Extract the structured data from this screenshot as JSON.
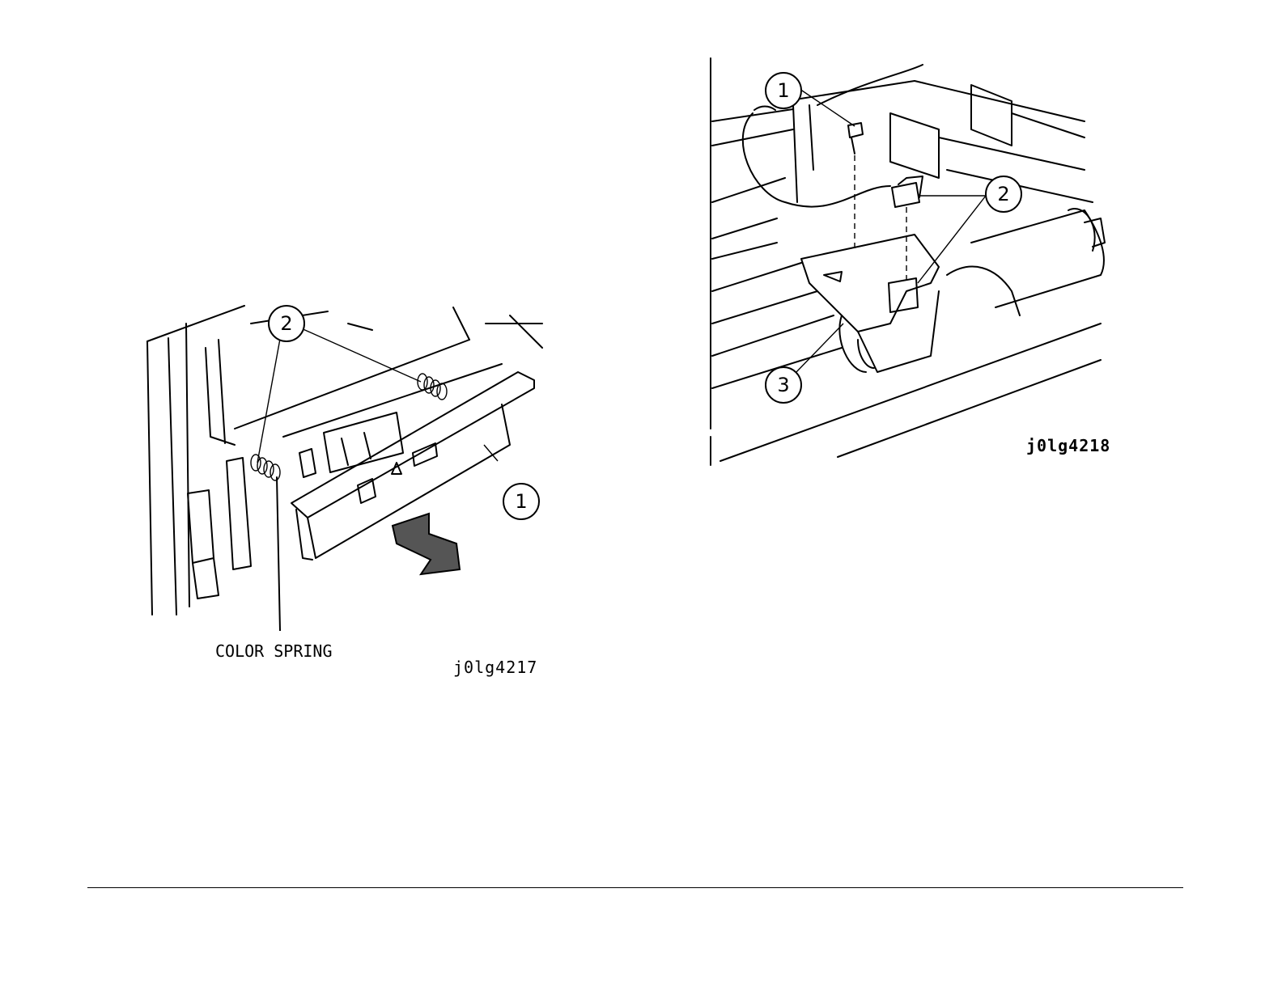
{
  "figures": [
    {
      "id": "j0lg4217",
      "label_text": "COLOR SPRING",
      "callouts": [
        "1",
        "2"
      ]
    },
    {
      "id": "j0lg4218",
      "callouts": [
        "1",
        "2",
        "3"
      ]
    }
  ]
}
